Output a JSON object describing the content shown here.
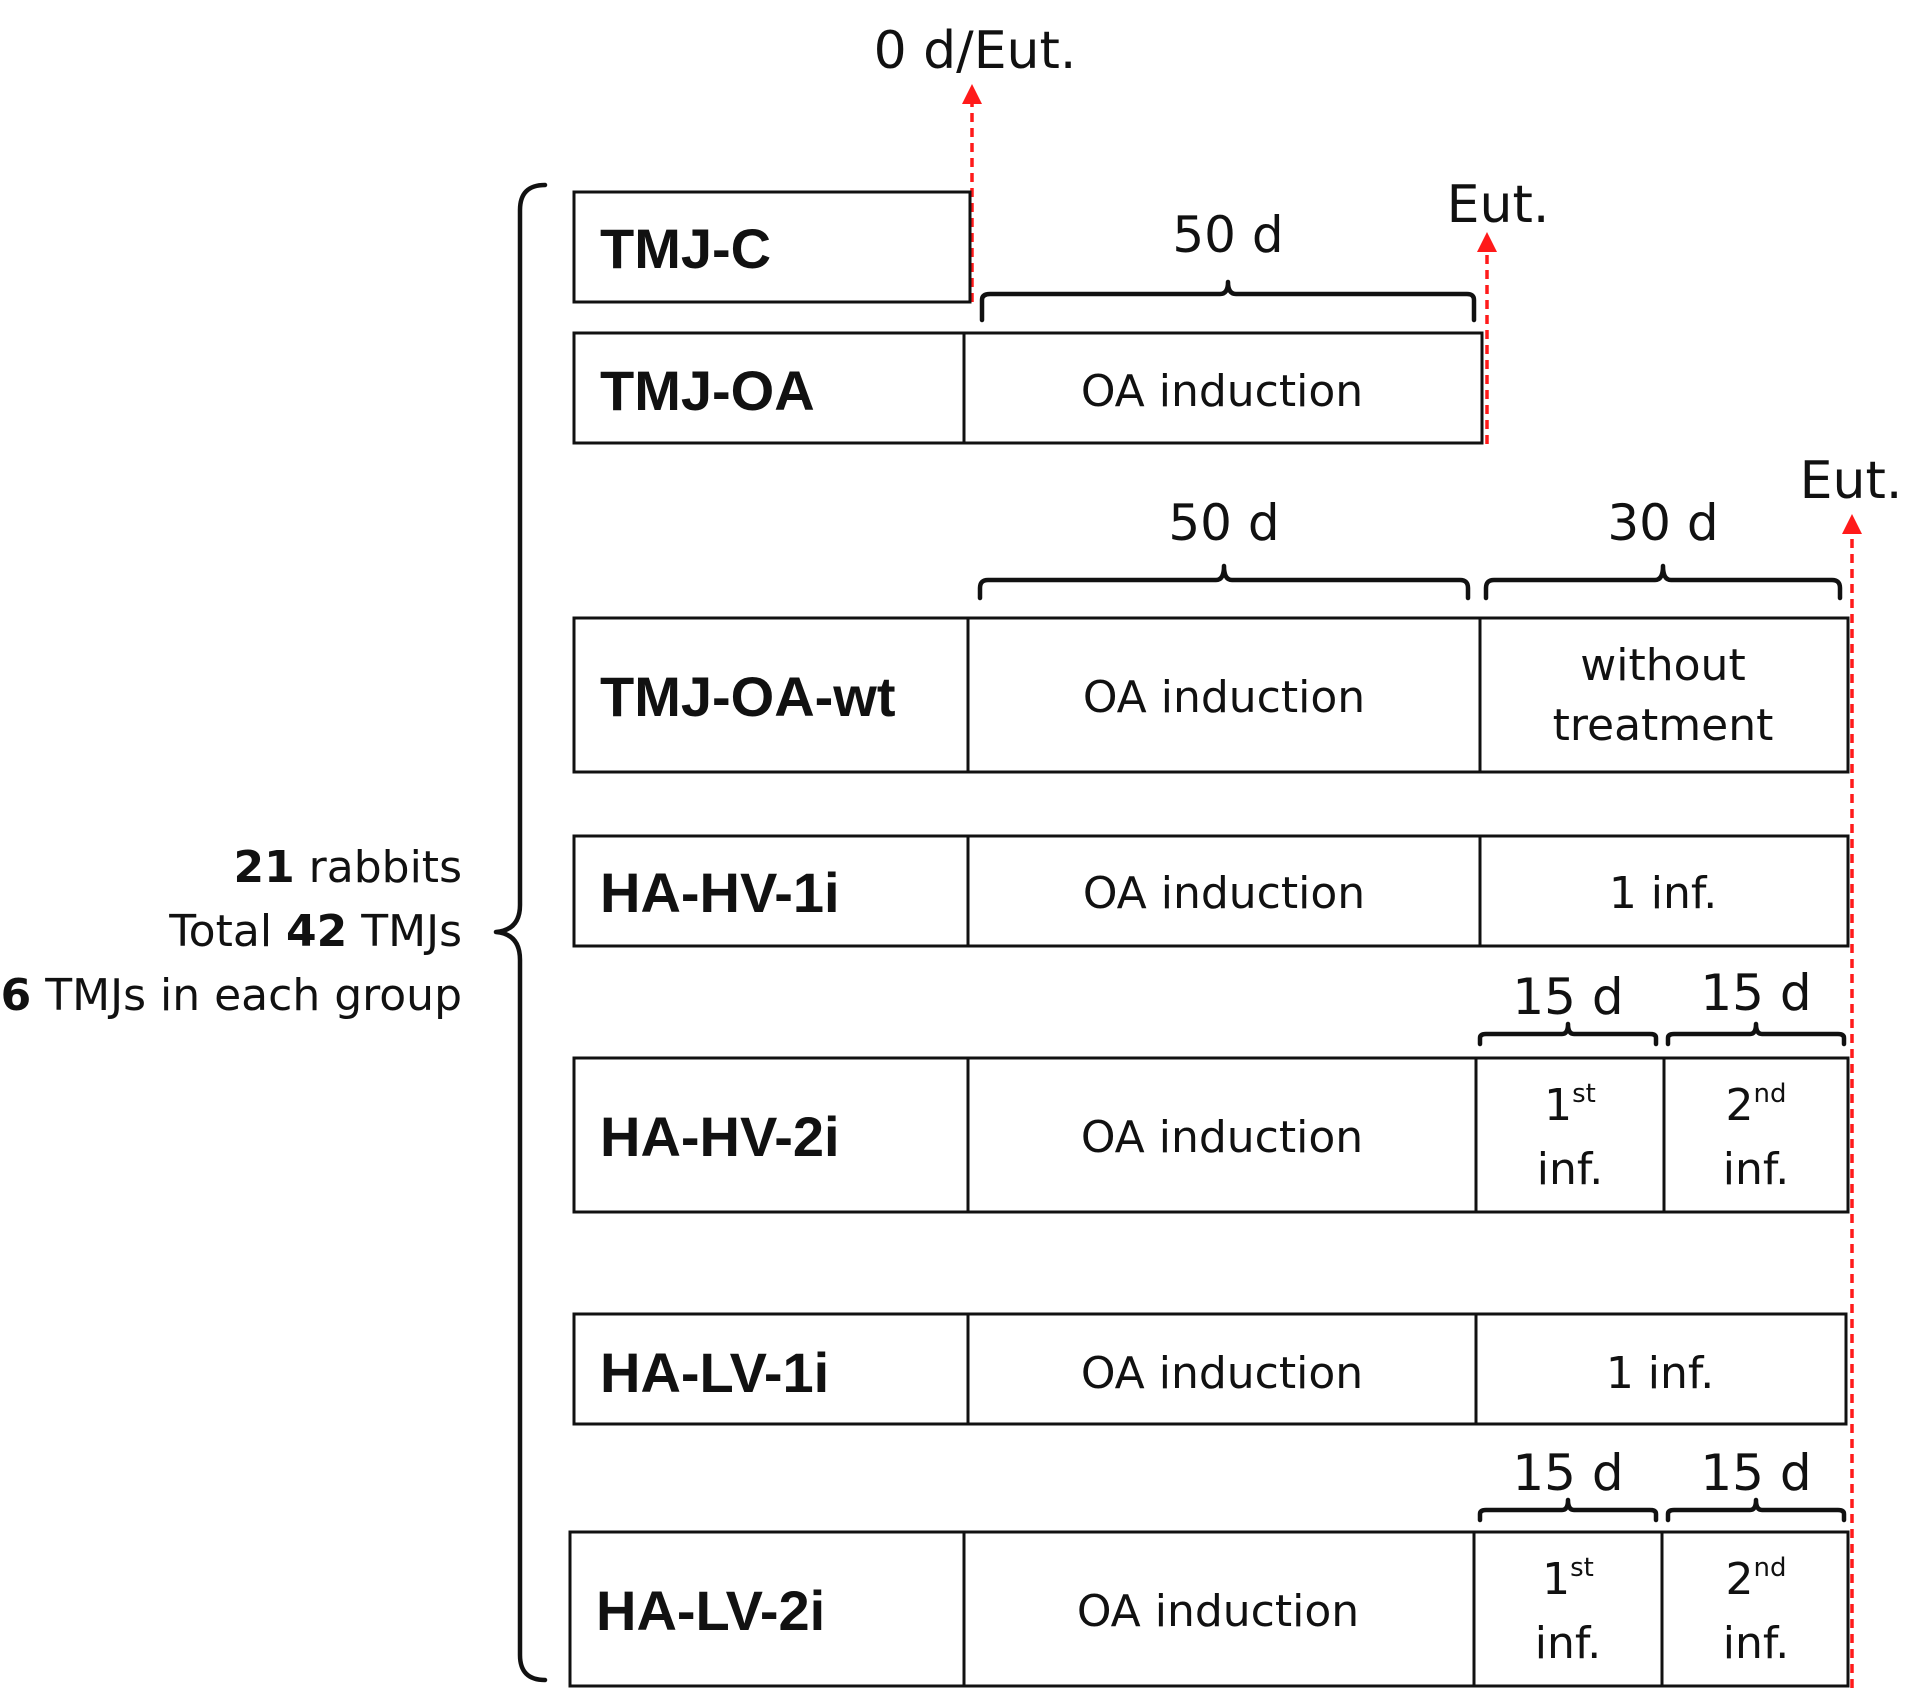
{
  "summary": {
    "line1_bold": "21",
    "line1_rest": " rabbits",
    "line2_pre": "Total ",
    "line2_bold": "42",
    "line2_rest": " TMJs",
    "line3_bold": "6",
    "line3_rest": " TMJs in each group"
  },
  "markers": {
    "day0": "0 d/Eut.",
    "eut_50": "Eut.",
    "eut_80": "Eut."
  },
  "durations": {
    "top_50": "50 d",
    "mid_50": "50 d",
    "mid_30": "30 d",
    "hv2i_15a": "15 d",
    "hv2i_15b": "15 d",
    "lv2i_15a": "15 d",
    "lv2i_15b": "15 d"
  },
  "groups": [
    {
      "name": "TMJ-C",
      "cells": []
    },
    {
      "name": "TMJ-OA",
      "cells": [
        "OA induction"
      ]
    },
    {
      "name": "TMJ-OA-wt",
      "cells": [
        "OA induction",
        "without",
        "treatment"
      ]
    },
    {
      "name": "HA-HV-1i",
      "cells": [
        "OA induction",
        "1 inf."
      ]
    },
    {
      "name": "HA-HV-2i",
      "cells": [
        "OA induction",
        "1",
        "st",
        "inf.",
        "2",
        "nd",
        "inf."
      ]
    },
    {
      "name": "HA-LV-1i",
      "cells": [
        "OA induction",
        "1 inf."
      ]
    },
    {
      "name": "HA-LV-2i",
      "cells": [
        "OA induction",
        "1",
        "st",
        "inf.",
        "2",
        "nd",
        "inf."
      ]
    }
  ]
}
